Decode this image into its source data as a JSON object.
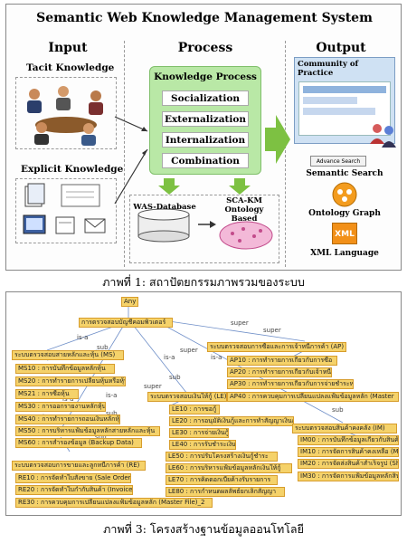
{
  "figure1": {
    "title": "Semantic Web Knowledge Management System",
    "input": {
      "heading": "Input",
      "tacit": "Tacit Knowledge",
      "explicit": "Explicit Knowledge"
    },
    "process": {
      "heading": "Process",
      "box_title": "Knowledge Process",
      "steps": [
        "Socialization",
        "Externalization",
        "Internalization",
        "Combination"
      ],
      "database": "WAS-Database",
      "ontology": "SCA-KM\nOntology Based"
    },
    "output": {
      "heading": "Output",
      "community": "Community of Practice",
      "search_label": "Semantic Search",
      "search_button": "Advance Search",
      "graph_label": "Ontology Graph",
      "xml_label": "XML Language",
      "xml_icon": "XML"
    },
    "colors": {
      "process_green": "#b9e8a6",
      "arrow_green": "#7dc142",
      "node_yellow": "#f5d26a"
    }
  },
  "caption1": "ภาพที่ 1:  สถาปัตยกรรมภาพรวมของระบบ",
  "figure3": {
    "root": "Any",
    "nodes": [
      "การตรวจสอบบัญชีคอมพิวเตอร์",
      "ระบบตรวจสอบสายหลักและหุ้น (MS)",
      "MS10 : การบันทึกข้อมูลหลักหุ้น",
      "MS20 : การทำรายการเปลี่ยนหุ้นหรือหุ้น",
      "MS21 : การซื้อหุ้น",
      "MS30 : การออกรายงานหลักหุ้น",
      "MS40 : การทำรายการถอนเงินหลักหุ้น",
      "MS50 : การบริหารแฟ้มข้อมูลหลักสายหลักและหุ้น",
      "MS60 : การสำรองข้อมูล (Backup Data)",
      "ระบบตรวจสอบการขายและลูกหนี้การค้า (RE)",
      "RE10 : การจัดทำใบสั่งขาย (Sale Orders)",
      "RE20 : การจัดทำใบกำกับสินค้า (Invoice)",
      "RE30 : การควบคุมการเปลี่ยนแปลงแฟ้มข้อมูลหลัก (Master File)_2",
      "ระบบตรวจสอบการซื้อและการเจ้าหนี้การค้า (AP)",
      "AP10 : การทำรายการเกี่ยวกับการซื้อ",
      "AP20 : การทำรายการเกี่ยวกับเจ้าหนี้",
      "AP30 : การทำรายการเกี่ยวกับการจ่ายชำระหนี้",
      "AP40 : การควบคุมการเปลี่ยนแปลงแฟ้มข้อมูลหลัก (Master",
      "ระบบตรวจสอบเงินให้กู้ (LE)",
      "LE10 : การขอกู้",
      "LE20 : การอนุมัติเงินกู้และการทำสัญญาเงินกู้",
      "LE30 : การจ่ายเงินกู้",
      "LE40 : การรับชำระเงินกู้",
      "LE50 : การปรับโครงสร้างเงินกู้ชำระ",
      "LE60 : การบริหารแฟ้มข้อมูลหลักเงินให้กู้",
      "LE70 : การคิดดอกเบี้ยค้างรับรายการ",
      "LE80 : การกำหนดผลลัพธ์ยกเลิกสัญญา",
      "ระบบตรวจสอบสินค้าคงคลัง (IM)",
      "IM00 : การบันทึกข้อมูลเกี่ยวกับสินค้าคงเหลือ",
      "IM10 : การจัดการสินค้าคงเหลือ (Ma",
      "IM20 : การจัดส่งสินค้าสำเร็จรูป (Shi",
      "IM30 : การจัดการแฟ้มข้อมูลหลักสิน"
    ],
    "relations": [
      "super",
      "super",
      "sub",
      "is-a",
      "super",
      "is-a",
      "is-a",
      "sub",
      "super",
      "is-a",
      "sub",
      "sub",
      "is-a",
      "sub",
      "sub",
      "is-a"
    ]
  },
  "caption3": "ภาพที่ 3:  โครงสร้างฐานข้อมูลออนโทโลยี"
}
